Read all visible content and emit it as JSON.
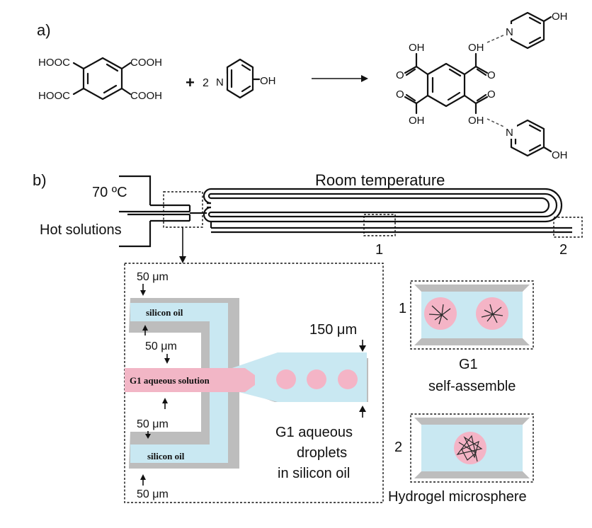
{
  "panel_a": {
    "label": "a)",
    "reactant1": {
      "cooh_tl": "HOOC",
      "cooh_tr": "COOH",
      "cooh_bl": "HOOC",
      "cooh_br": "COOH"
    },
    "plus": "+",
    "coef": "2",
    "reactant2": {
      "n": "N",
      "oh": "OH"
    },
    "product": {
      "oh_1": "OH",
      "oh_2": "OH",
      "oh_3": "OH",
      "oh_4": "OH",
      "o_1": "O",
      "o_2": "O",
      "o_3": "O",
      "o_4": "O",
      "pyr1_n": "N",
      "pyr1_oh": "OH",
      "pyr2_n": "N",
      "pyr2_oh": "OH"
    }
  },
  "panel_b": {
    "label": "b)",
    "temp": "70 ºC",
    "hot": "Hot solutions",
    "room": "Room temperature",
    "marker1": "1",
    "marker2": "2",
    "zoom": {
      "dim_top": "50 μm",
      "dim_mid1": "50 μm",
      "dim_mid2": "50 μm",
      "dim_bot": "50 μm",
      "dim_out": "150 μm",
      "oil_top": "silicon oil",
      "aqueous": "G1 aqueous solution",
      "oil_bot": "silicon oil",
      "droplets_l1": "G1 aqueous",
      "droplets_l2": "droplets",
      "droplets_l3": "in silicon oil"
    },
    "box1": {
      "num": "1",
      "cap1": "G1",
      "cap2": "self-assemble"
    },
    "box2": {
      "num": "2",
      "cap": "Hydrogel microsphere"
    }
  },
  "colors": {
    "channel_fill": "#c9e8f2",
    "channel_wall": "#b8b8b8",
    "aqueous": "#f2b6c6",
    "droplet": "#f4b4c6",
    "fiber": "#2a2a2a"
  }
}
